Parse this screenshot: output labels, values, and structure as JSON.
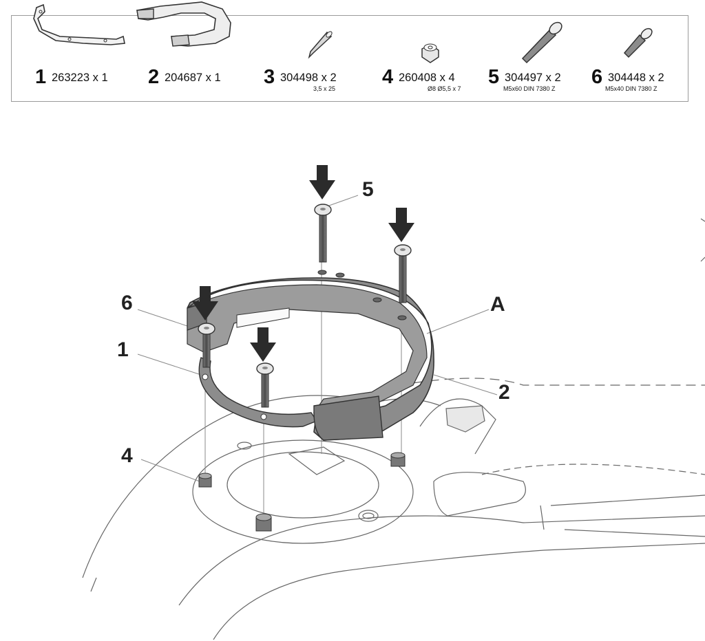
{
  "parts": [
    {
      "number": "1",
      "code": "263223 x 1",
      "spec": "",
      "icon": "retaining-plate-icon"
    },
    {
      "number": "2",
      "code": "204687 x 1",
      "spec": "",
      "icon": "tank-ring-icon"
    },
    {
      "number": "3",
      "code": "304498 x 2",
      "spec": "3,5 x 25",
      "icon": "screw-icon"
    },
    {
      "number": "4",
      "code": "260408 x 4",
      "spec": "Ø8 Ø5,5 x 7",
      "icon": "spacer-icon"
    },
    {
      "number": "5",
      "code": "304497 x 2",
      "spec": "M5x60 DIN 7380 Z",
      "icon": "long-bolt-icon"
    },
    {
      "number": "6",
      "code": "304448 x 2",
      "spec": "M5x40 DIN 7380 Z",
      "icon": "short-bolt-icon"
    }
  ],
  "callouts": {
    "c5": "5",
    "c6": "6",
    "c1": "1",
    "c4": "4",
    "cA": "A",
    "c2": "2"
  },
  "colors": {
    "part_fill": "#8c8c8c",
    "part_dark": "#5a5a5a",
    "arrow": "#2b2b2b",
    "line": "#888888"
  }
}
